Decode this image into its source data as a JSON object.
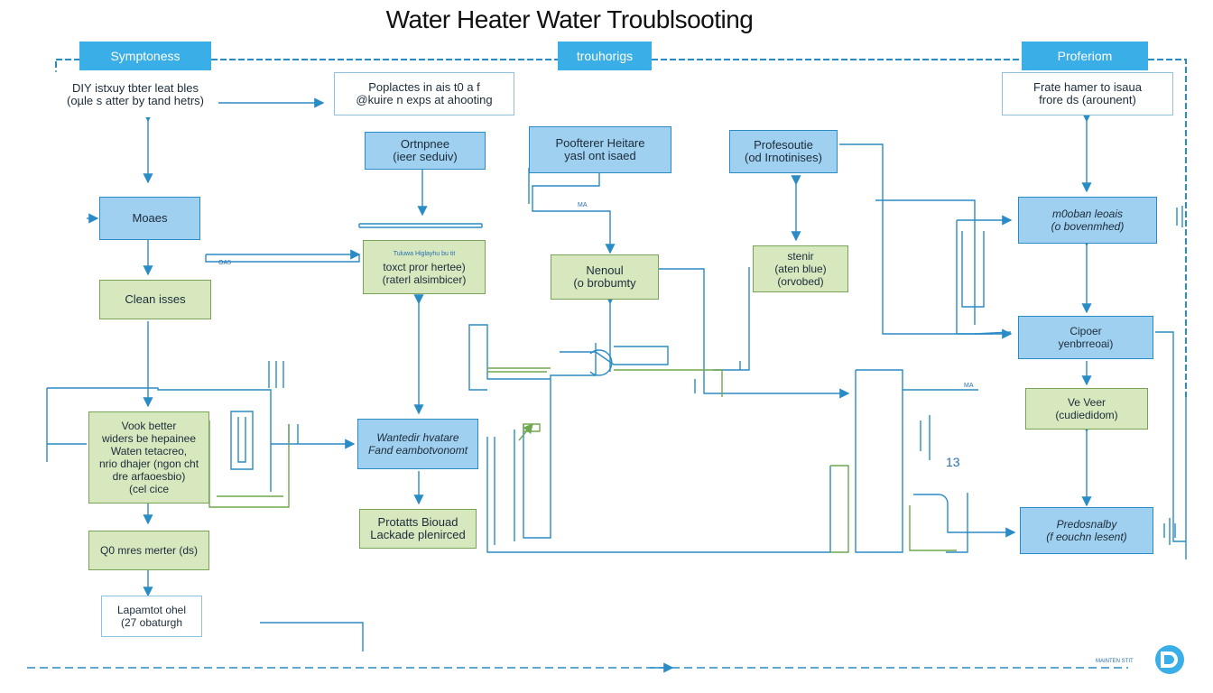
{
  "title": "Water Heater Water Troublsooting",
  "headers": {
    "left": "Symptoness",
    "center": "trouhorigs",
    "right": "Proferiom"
  },
  "nodes": {
    "diy": {
      "line1": "DIY istxuy tbter leat bles",
      "line2": "(oµle s atter by tand hetrs)"
    },
    "poplactes": {
      "line1": "Poplactes in ais t0 a f",
      "line2": "@kuire n exps at ahooting"
    },
    "ortnpnee": {
      "line1": "Ortnpnee",
      "line2": "(ieer seduiv)"
    },
    "poofterer": {
      "line1": "Poofterer Heitare",
      "line2": "yasl ont isaed"
    },
    "profesoutie": {
      "line1": "Profesoutie",
      "line2": "(od Irnotinises)"
    },
    "frate": {
      "line1": "Frate hamer to isaua",
      "line2": "frore ds (arounent)"
    },
    "moaes": {
      "line1": "Moaes"
    },
    "cleanisses": {
      "line1": "Clean isses"
    },
    "toxct": {
      "line0": "Tuluwa Higlayhu bu tit",
      "line1": "toxct pror hertee)",
      "line2": "(raterl alsimbicer)"
    },
    "nenoul": {
      "line1": "Nenoul",
      "line2": "(o brobumty"
    },
    "stenir": {
      "line1": "stenir",
      "line2": "(aten blue)",
      "line3": "(orvobed)"
    },
    "imobban": {
      "line1": "m0oban leoais",
      "line2": "(o bovenmhed)"
    },
    "cipoer": {
      "line1": "Cipoer",
      "line2": "yenbrreoai)"
    },
    "vokbetter": {
      "line1": "Vook better",
      "line2": "widers be hepainee",
      "line3": "Waten tetacreo,",
      "line4": "nrio dhajer (ngon cht",
      "line5": "dre arfaoesbio)",
      "line6": "(cel cice"
    },
    "wantedir": {
      "line1": "Wantedir hvatare",
      "line2": "Fand eambotvonomt"
    },
    "vever": {
      "line1": "Ve Veer",
      "line2": "(cudiedidom)"
    },
    "q0mres": {
      "line1": "Q0 mres merter (ds)"
    },
    "protatts": {
      "line1": "Protatts Biouad",
      "line2": "Lackade plenirced"
    },
    "predosnaby": {
      "line1": "Predosnalby",
      "line2": "(f eouchn lesent)"
    },
    "lapamtot": {
      "line1": "Lapamtot ohel",
      "line2": "(27 obaturgh"
    }
  },
  "annotations": {
    "oa": "OA5",
    "ma": "MA",
    "ma2": "MA",
    "n13": "13",
    "badge_text": "MAINTEN STIT"
  },
  "colors": {
    "accent_blue": "#3aaee6",
    "box_blue": "#9fd0ef",
    "box_green": "#d7e8bf",
    "wire_blue": "#2a8cc6",
    "wire_green": "#6fa84e"
  }
}
